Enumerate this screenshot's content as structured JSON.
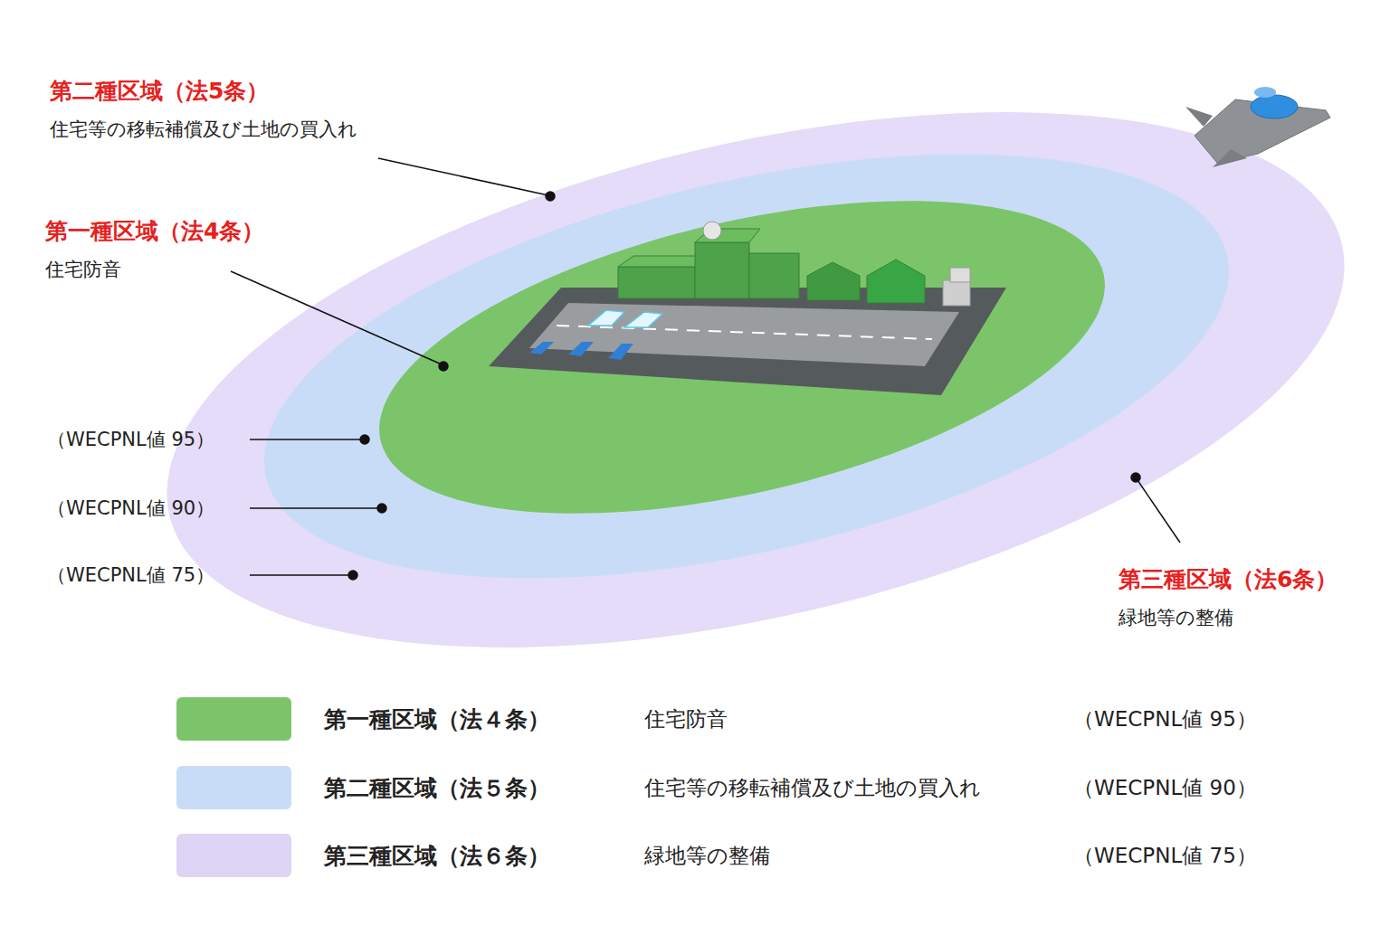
{
  "diagram": {
    "labels": [
      "第二種区域（法5条）",
      "住宅等の移転補償及び土地の買入れ",
      "第一種区域（法4条）",
      "住宅防音",
      "（WECPNL値 95）",
      "（WECPNL値 90）",
      "（WECPNL値 75）",
      "第三種区域（法6条）",
      "緑地等の整備",
      "住宅防音",
      "（WECPNL値 95）",
      "住宅等の移転補償及び土地の買入れ",
      "（WECPNL値 90）",
      "緑地等の整備",
      "（WECPNL値 75）"
    ],
    "legend": [
      {
        "text": "第一種区域（法４条）",
        "color": "#7cc46a"
      },
      {
        "text": "第二種区域（法５条）",
        "color": "#c9dcf7"
      },
      {
        "text": "第三種区域（法６条）",
        "color": "#ddd5f5"
      }
    ]
  }
}
